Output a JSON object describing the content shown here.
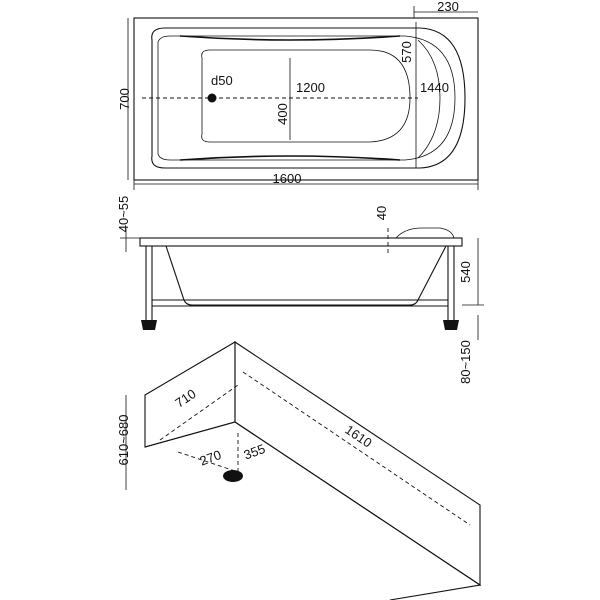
{
  "top_view": {
    "width_label": "700",
    "length_label": "1600",
    "headrest_label": "230",
    "bottom_length_label": "1200",
    "inner_length_label": "1440",
    "inner_width_label": "570",
    "bottom_width_label": "400",
    "drain_label": "d50"
  },
  "side_view": {
    "rim_label": "40~55",
    "step_label": "40",
    "depth_label": "540",
    "legs_label": "80~150"
  },
  "niche_view": {
    "height_label": "610~680",
    "width_label": "710",
    "length_label": "1610",
    "drain_offset_label": "270",
    "drain_side_label": "355"
  },
  "colors": {
    "line": "#111111",
    "background": "#ffffff"
  }
}
